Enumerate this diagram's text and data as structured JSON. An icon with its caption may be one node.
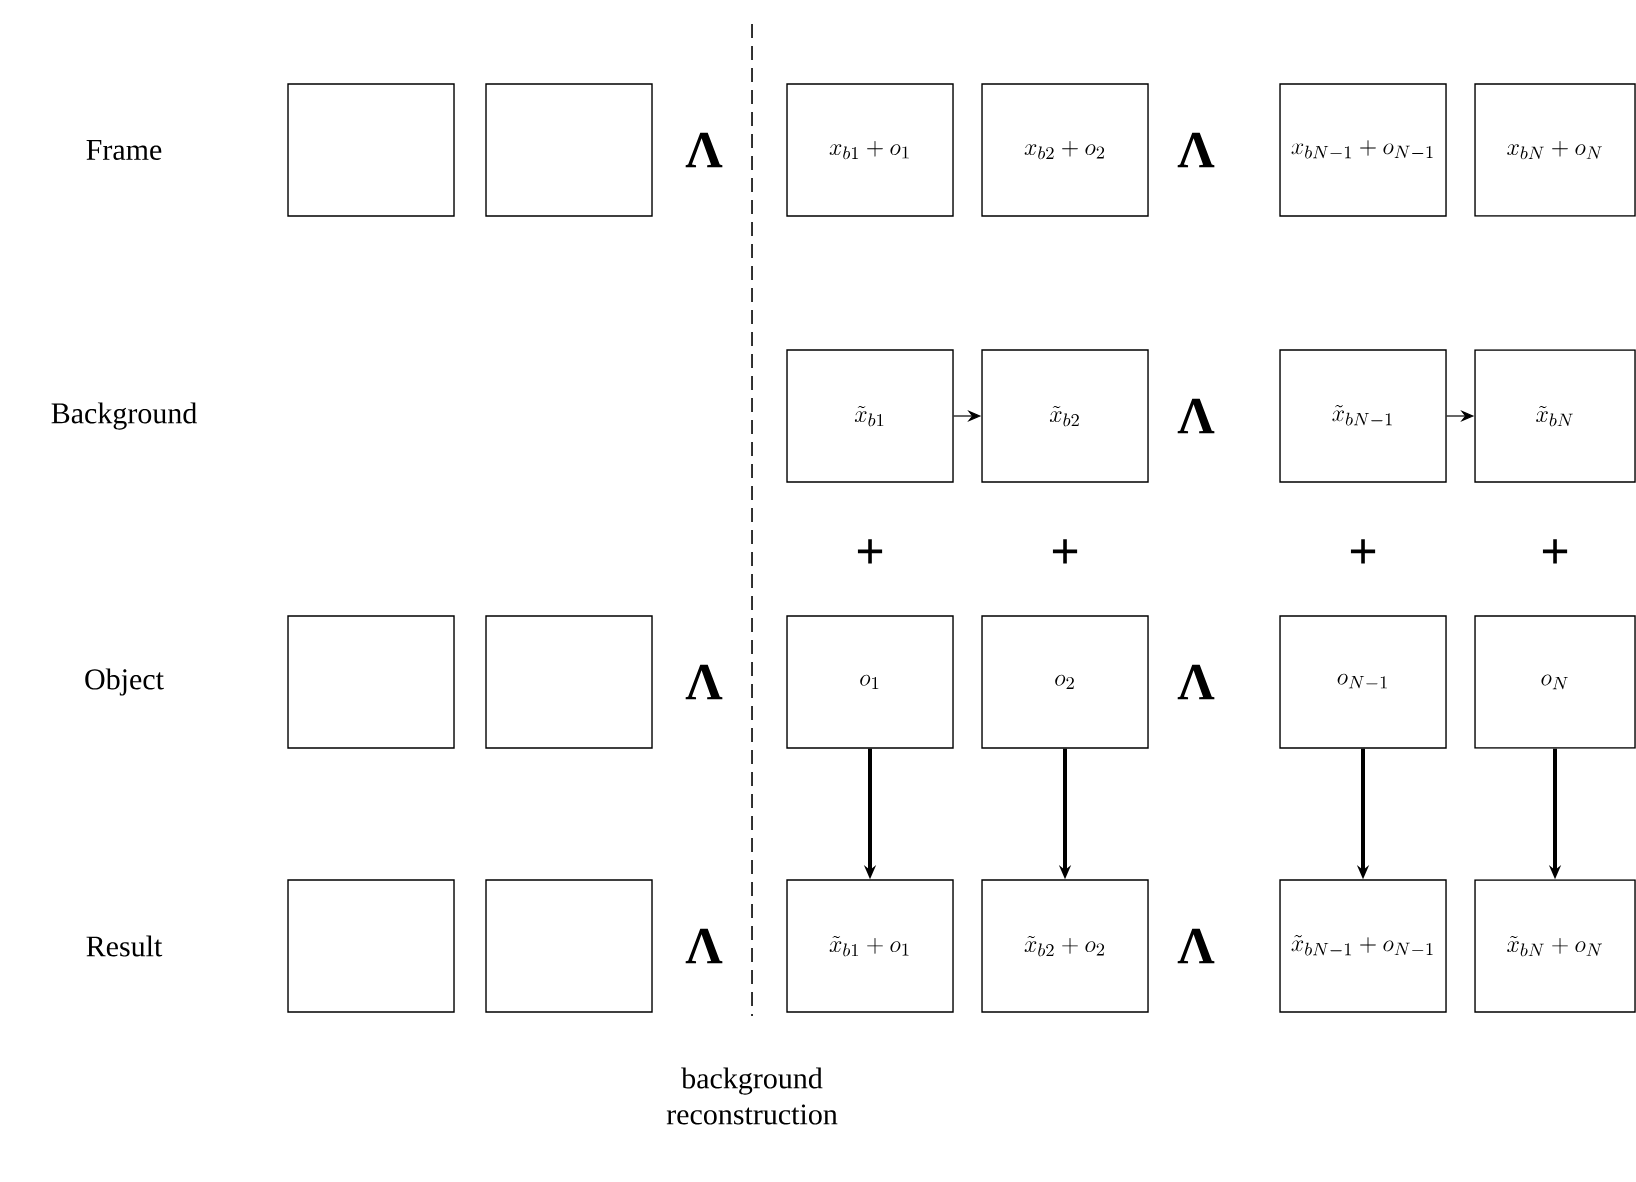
{
  "diagram": {
    "nodes": [
      {
        "text": [],
        "shape": "box"
      },
      {
        "text": [],
        "shape": "box"
      },
      {
        "text": [
          "x_{b1} + o_1"
        ]
      },
      {
        "text": [
          "x_{b2} + o_2"
        ]
      },
      {
        "text": [
          "x_{bN-1} + o_{N-1}"
        ]
      },
      {
        "text": [
          "x_{bN} + o_N"
        ]
      },
      {
        "text": [
          "\\tilde{x}_{b1}"
        ]
      },
      {
        "text": [
          "\\tilde{x}_{b2}"
        ]
      },
      {
        "text": [
          "\\tilde{x}_{bN-1}"
        ]
      },
      {
        "text": [
          "\\tilde{x}_{bN}"
        ]
      },
      {
        "text": [],
        "shape": "box"
      },
      {
        "text": [],
        "shape": "box"
      },
      {
        "text": [
          "o_1"
        ]
      },
      {
        "text": [
          "o_2"
        ]
      },
      {
        "text": [
          "o_{N-1}"
        ]
      },
      {
        "text": [
          "o_N"
        ]
      },
      {
        "text": [],
        "shape": "box"
      },
      {
        "text": [],
        "shape": "box"
      },
      {
        "text": [
          "\\tilde{x}_{b1} + o_1"
        ]
      },
      {
        "text": [
          "\\tilde{x}_{b2} + o_2"
        ]
      },
      {
        "text": [
          "\\tilde{x}_{bN-1} + o_{N-1}"
        ]
      },
      {
        "text": [
          "\\tilde{x}_{bN} + o_N"
        ]
      }
    ],
    "edges": [
      {
        "from": 6,
        "to": 7,
        "arrow": "to"
      },
      {
        "from": 8,
        "to": 9,
        "arrow": "to"
      },
      {
        "from": 12,
        "to": 18,
        "arrow": "to"
      },
      {
        "from": 13,
        "to": 19,
        "arrow": "to"
      },
      {
        "from": 14,
        "to": 20,
        "arrow": "to"
      },
      {
        "from": 15,
        "to": 21,
        "arrow": "to"
      }
    ],
    "labels": [
      "Frame",
      "Λ",
      "Λ",
      "Background",
      "Λ",
      "+",
      "+",
      "+",
      "+",
      "Object",
      "Λ",
      "Λ",
      "Result",
      "Λ",
      "Λ",
      "background reconstruction"
    ]
  }
}
